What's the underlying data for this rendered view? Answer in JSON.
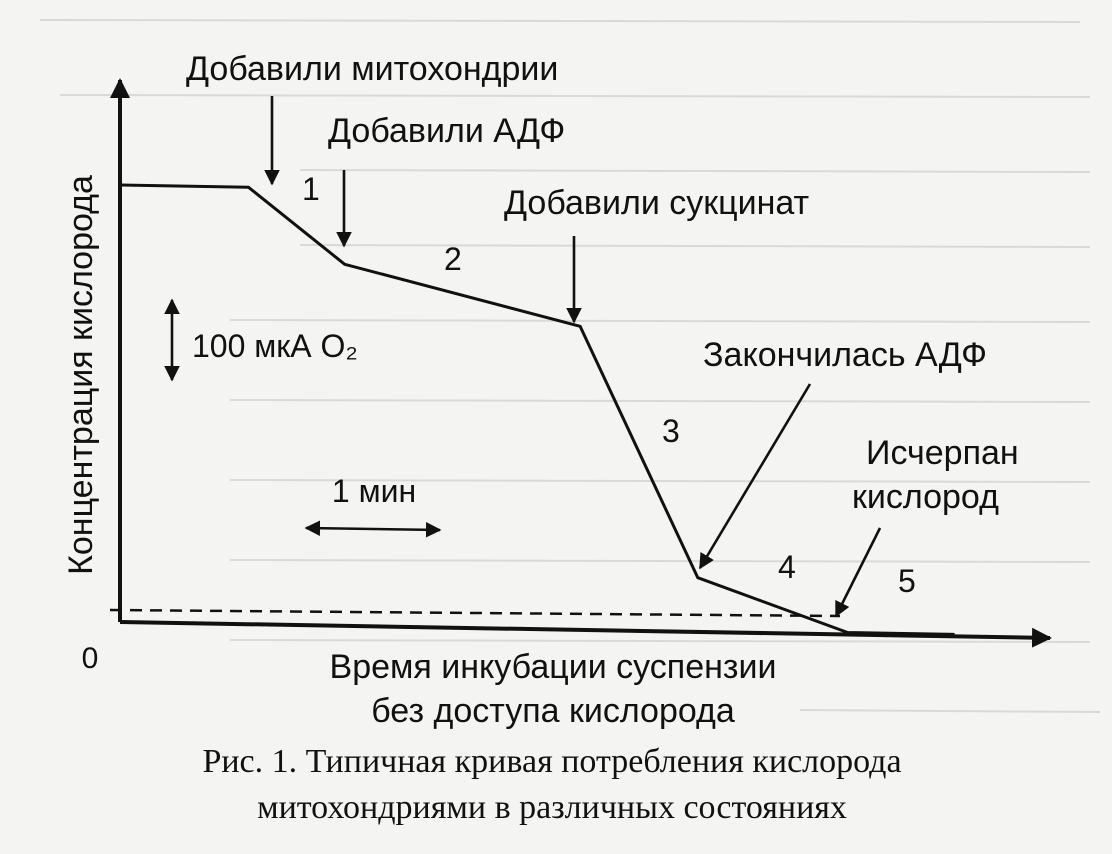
{
  "chart_data": {
    "type": "line",
    "title": "",
    "xlabel": "Время инкубации суспензии",
    "xlabel_line2": "без доступа кислорода",
    "ylabel": "Концентрация кислорода",
    "origin_label": "0",
    "grid": false,
    "series": [
      {
        "x": [
          0,
          1.2,
          2.1,
          4.3,
          5.4,
          6.8,
          7.8
        ],
        "y": [
          375,
          375,
          310,
          260,
          45,
          0,
          0
        ]
      }
    ],
    "baseline_dashed_y": 0,
    "xlim": [
      -0.2,
      8.4
    ],
    "ylim": [
      -5,
      505
    ],
    "scale_bars": {
      "time": {
        "label": "1 мин",
        "value": 1
      },
      "oxygen": {
        "label": "100 мкА О₂",
        "value": 100
      }
    },
    "annotations": [
      {
        "label": "Добавили митохондрии",
        "x": 1.2,
        "y": 375
      },
      {
        "label": "Добавили АДФ",
        "x": 2.1,
        "y": 310
      },
      {
        "label": "Добавили сукцинат",
        "x": 4.3,
        "y": 260
      },
      {
        "label": "Закончилась АДФ",
        "x": 5.4,
        "y": 45
      },
      {
        "label": "Исчерпан",
        "label_line2": "кислород",
        "x": 6.8,
        "y": 0
      }
    ],
    "state_labels": [
      {
        "label": "1",
        "x": 1.75,
        "y": 385
      },
      {
        "label": "2",
        "x": 2.85,
        "y": 318
      },
      {
        "label": "3",
        "x": 4.9,
        "y": 165
      },
      {
        "label": "4",
        "x": 5.9,
        "y": 45
      },
      {
        "label": "5",
        "x": 7.2,
        "y": 15
      }
    ]
  },
  "caption": {
    "line1": "Рис. 1. Типичная кривая потребления кислорода",
    "line2": "митохондриями в различных состояниях"
  }
}
